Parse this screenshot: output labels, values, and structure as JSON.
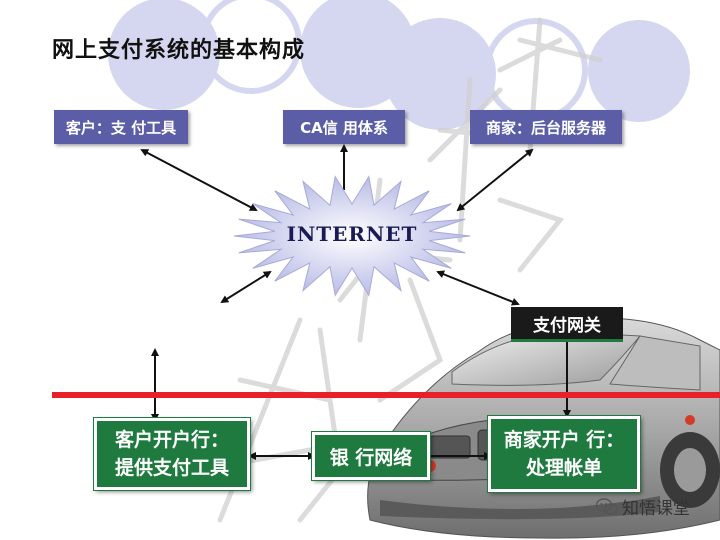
{
  "title": "网上支付系统的基本构成",
  "top_boxes": {
    "client": "客户：支 付工具",
    "ca": "CA信 用体系",
    "merchant": "商家：后台服务器"
  },
  "center": {
    "label": "INTERNET"
  },
  "gateway": "支付网关",
  "bottom_boxes": {
    "client_bank": {
      "line1": "客户开户行：",
      "line2": "提供支付工具"
    },
    "bank_network": "银 行网络",
    "merchant_bank": {
      "line1": "商家开户 行：",
      "line2": "处理帐单"
    }
  },
  "watermark": {
    "logo_text": "知悟课堂",
    "big_text": "知悟课堂"
  },
  "colors": {
    "box_purple": "#5b5ea6",
    "box_green": "#1f7a3f",
    "divider_red": "#e8202a",
    "burst": "#c3c5e8",
    "circle": "#d4d7ef"
  }
}
